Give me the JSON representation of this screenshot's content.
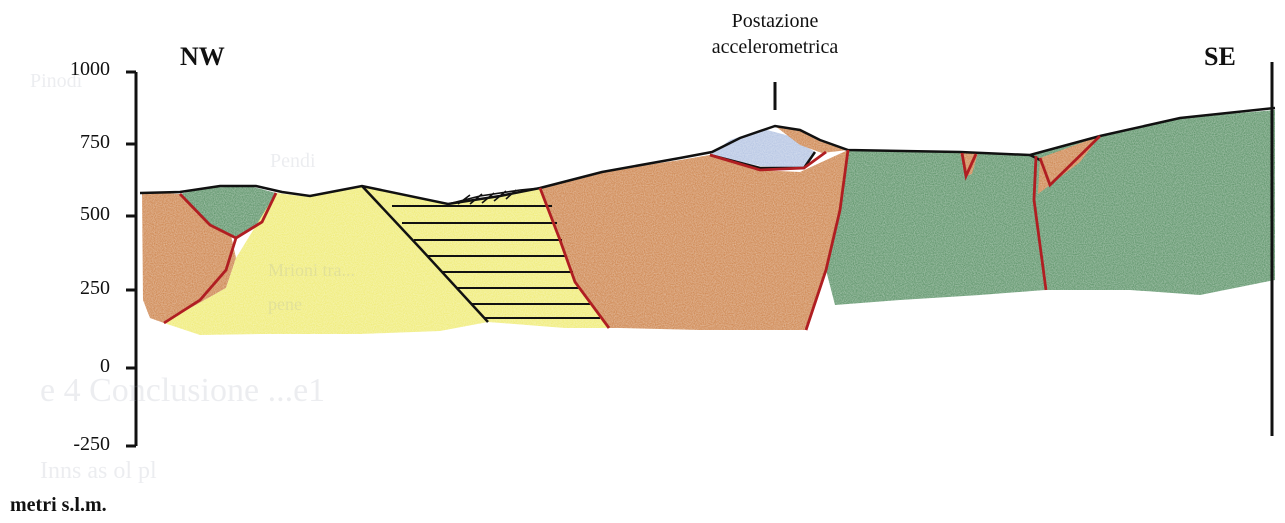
{
  "y_axis": {
    "unit_label": "metri s.l.m.",
    "ticks": [
      "1000",
      "750",
      "500",
      "250",
      "0",
      "-250"
    ]
  },
  "directions": {
    "left": "NW",
    "right": "SE"
  },
  "station_label": [
    "Postazione",
    "accelerometrica"
  ],
  "colors": {
    "brown_unit": "#c97a3e",
    "yellow_unit": "#eeea6a",
    "green_unit": "#4f8a5c",
    "blue_unit": "#aebfe0",
    "fault_line": "#b01e22",
    "contact_line": "#111111"
  },
  "ghost_text": [
    "Pendi",
    "Pinodi",
    "Mrioni tra...",
    "pene",
    "e 4 Conclusione ...e1",
    "Inns as ol pl"
  ]
}
